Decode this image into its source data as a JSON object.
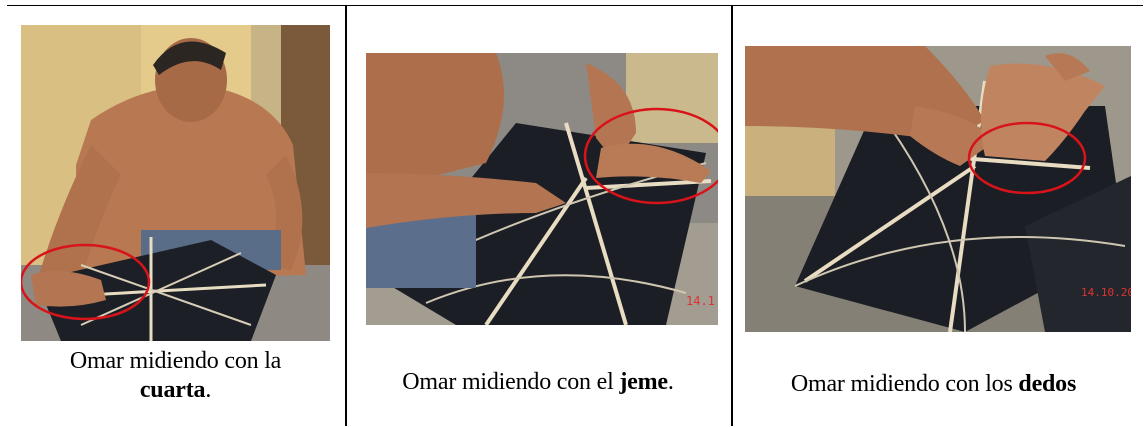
{
  "figures": [
    {
      "caption_prefix": "Omar midiendo con la",
      "caption_bold": "cuarta",
      "caption_suffix": "."
    },
    {
      "caption_prefix": "Omar midiendo con el ",
      "caption_bold": "jeme",
      "caption_suffix": "."
    },
    {
      "caption_prefix": "Omar midiendo con los ",
      "caption_bold": "dedos",
      "caption_suffix": "",
      "timestamp": "14.10.20"
    }
  ],
  "photo_stamp_2": "14.1",
  "colors": {
    "circle": "#d8141a",
    "kite": "#1b1e24",
    "skin": "#b87a55",
    "wall": "#e6cf92",
    "stick": "#e8dcc2"
  }
}
